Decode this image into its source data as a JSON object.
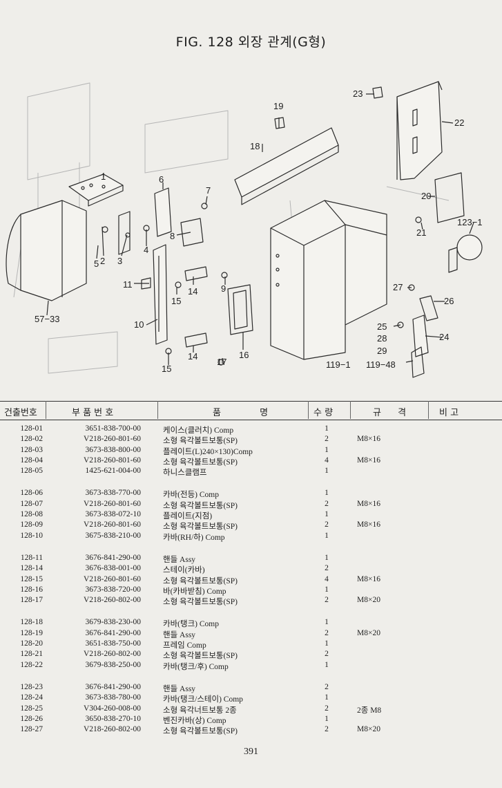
{
  "title": "FIG. 128 외장 관계(G형)",
  "diagram": {
    "labels": [
      "1",
      "2",
      "3",
      "4",
      "5",
      "6",
      "7",
      "8",
      "9",
      "10",
      "11",
      "14",
      "15",
      "14",
      "15",
      "16",
      "17",
      "18",
      "19",
      "20",
      "21",
      "22",
      "23",
      "24",
      "25",
      "26",
      "27",
      "28",
      "29",
      "57−33",
      "119−1",
      "119−48",
      "123−1"
    ]
  },
  "table": {
    "headers": [
      "건출번호",
      "부 품 번 호",
      "품 명",
      "수 량",
      "규 격",
      "비 고"
    ],
    "groups": [
      [
        {
          "ref": "128-01",
          "part": "3651-838-700-00",
          "name": "케이스(클러치) Comp",
          "qty": "1",
          "spec": ""
        },
        {
          "ref": "128-02",
          "part": "V218-260-801-60",
          "name": "소형 육각볼트보통(SP)",
          "qty": "2",
          "spec": "M8×16"
        },
        {
          "ref": "128-03",
          "part": "3673-838-800-00",
          "name": "플레이트(L)240×130)Comp",
          "qty": "1",
          "spec": ""
        },
        {
          "ref": "128-04",
          "part": "V218-260-801-60",
          "name": "소형 육각볼트보통(SP)",
          "qty": "4",
          "spec": "M8×16"
        },
        {
          "ref": "128-05",
          "part": "1425-621-004-00",
          "name": "하니스클램프",
          "qty": "1",
          "spec": ""
        }
      ],
      [
        {
          "ref": "128-06",
          "part": "3673-838-770-00",
          "name": "카바(전등) Comp",
          "qty": "1",
          "spec": ""
        },
        {
          "ref": "128-07",
          "part": "V218-260-801-60",
          "name": "소형 육각볼트보통(SP)",
          "qty": "2",
          "spec": "M8×16"
        },
        {
          "ref": "128-08",
          "part": "3673-838-072-10",
          "name": "플레이트(지점)",
          "qty": "1",
          "spec": ""
        },
        {
          "ref": "128-09",
          "part": "V218-260-801-60",
          "name": "소형 육각볼트보통(SP)",
          "qty": "2",
          "spec": "M8×16"
        },
        {
          "ref": "128-10",
          "part": "3675-838-210-00",
          "name": "카바(RH/하) Comp",
          "qty": "1",
          "spec": ""
        }
      ],
      [
        {
          "ref": "128-11",
          "part": "3676-841-290-00",
          "name": "핸들 Assy",
          "qty": "1",
          "spec": ""
        },
        {
          "ref": "128-14",
          "part": "3676-838-001-00",
          "name": "스테이(카바)",
          "qty": "2",
          "spec": ""
        },
        {
          "ref": "128-15",
          "part": "V218-260-801-60",
          "name": "소형 육각볼트보통(SP)",
          "qty": "4",
          "spec": "M8×16"
        },
        {
          "ref": "128-16",
          "part": "3673-838-720-00",
          "name": "바(카바받침) Comp",
          "qty": "1",
          "spec": ""
        },
        {
          "ref": "128-17",
          "part": "V218-260-802-00",
          "name": "소형 육각볼트보통(SP)",
          "qty": "2",
          "spec": "M8×20"
        }
      ],
      [
        {
          "ref": "128-18",
          "part": "3679-838-230-00",
          "name": "카바(탱크) Comp",
          "qty": "1",
          "spec": ""
        },
        {
          "ref": "128-19",
          "part": "3676-841-290-00",
          "name": "핸들 Assy",
          "qty": "2",
          "spec": "M8×20"
        },
        {
          "ref": "128-20",
          "part": "3651-838-750-00",
          "name": "프레임 Comp",
          "qty": "1",
          "spec": ""
        },
        {
          "ref": "128-21",
          "part": "V218-260-802-00",
          "name": "소형 육각볼트보통(SP)",
          "qty": "2",
          "spec": ""
        },
        {
          "ref": "128-22",
          "part": "3679-838-250-00",
          "name": "카바(탱크/후) Comp",
          "qty": "1",
          "spec": ""
        }
      ],
      [
        {
          "ref": "128-23",
          "part": "3676-841-290-00",
          "name": "핸들 Assy",
          "qty": "2",
          "spec": ""
        },
        {
          "ref": "128-24",
          "part": "3673-838-780-00",
          "name": "카바(탱크/스테이) Comp",
          "qty": "1",
          "spec": ""
        },
        {
          "ref": "128-25",
          "part": "V304-260-008-00",
          "name": "소형 육각너트보통 2종",
          "qty": "2",
          "spec": "2종 M8"
        },
        {
          "ref": "128-26",
          "part": "3650-838-270-10",
          "name": "벤진카바(상) Comp",
          "qty": "1",
          "spec": ""
        },
        {
          "ref": "128-27",
          "part": "V218-260-802-00",
          "name": "소형 육각볼트보통(SP)",
          "qty": "2",
          "spec": "M8×20"
        }
      ]
    ]
  },
  "page_number": "391"
}
